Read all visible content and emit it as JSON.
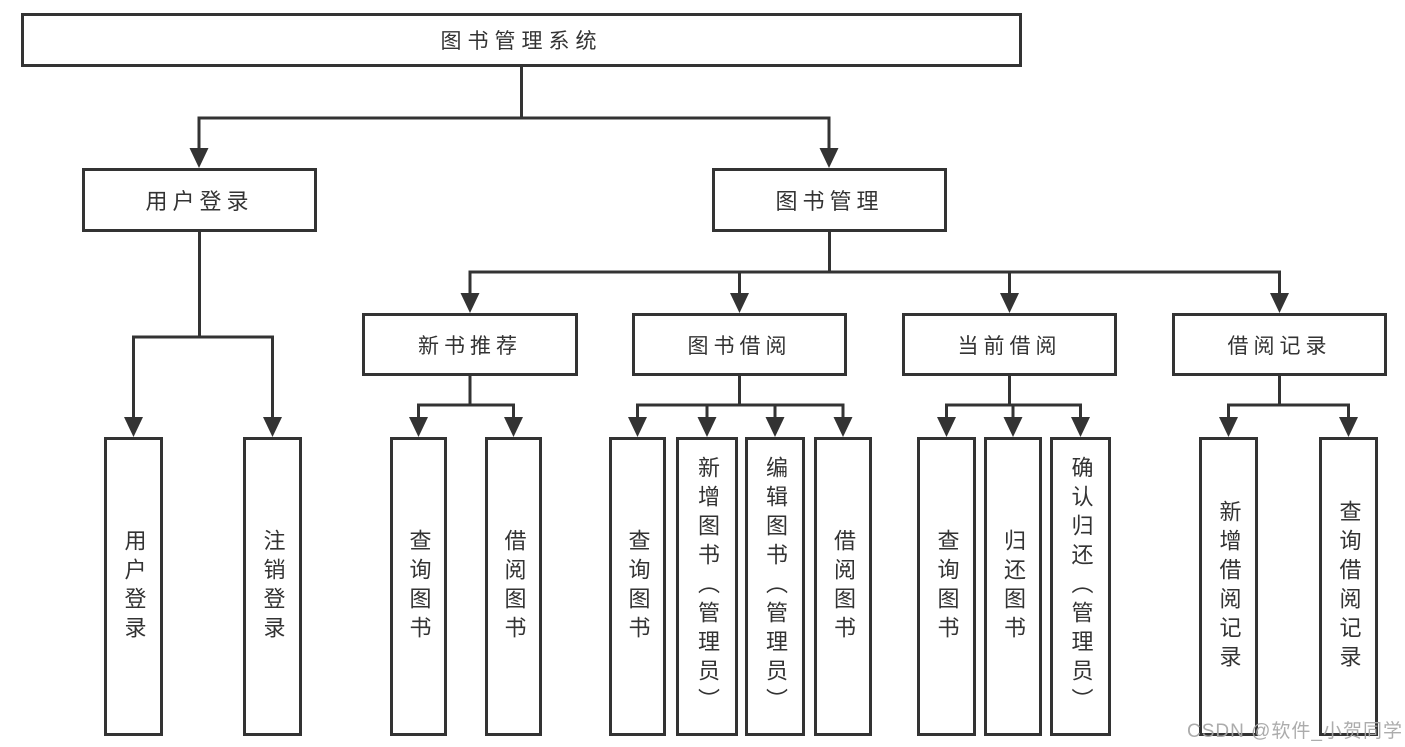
{
  "tree": {
    "label": "图书管理系统",
    "children": [
      {
        "label": "用户登录",
        "children": [
          {
            "label": "用户登录"
          },
          {
            "label": "注销登录"
          }
        ]
      },
      {
        "label": "图书管理",
        "children": [
          {
            "label": "新书推荐",
            "children": [
              {
                "label": "查询图书"
              },
              {
                "label": "借阅图书"
              }
            ]
          },
          {
            "label": "图书借阅",
            "children": [
              {
                "label": "查询图书"
              },
              {
                "label": "新增图书（管理员）"
              },
              {
                "label": "编辑图书（管理员）"
              },
              {
                "label": "借阅图书"
              }
            ]
          },
          {
            "label": "当前借阅",
            "children": [
              {
                "label": "查询图书"
              },
              {
                "label": "归还图书"
              },
              {
                "label": "确认归还（管理员）"
              }
            ]
          },
          {
            "label": "借阅记录",
            "children": [
              {
                "label": "新增借阅记录"
              },
              {
                "label": "查询借阅记录"
              }
            ]
          }
        ]
      }
    ]
  },
  "watermark": {
    "text": "CSDN @软件_小贺同学"
  },
  "colors": {
    "line": "#333333",
    "text": "#333333",
    "watermark": "#a8a8a8",
    "background": "#ffffff"
  }
}
